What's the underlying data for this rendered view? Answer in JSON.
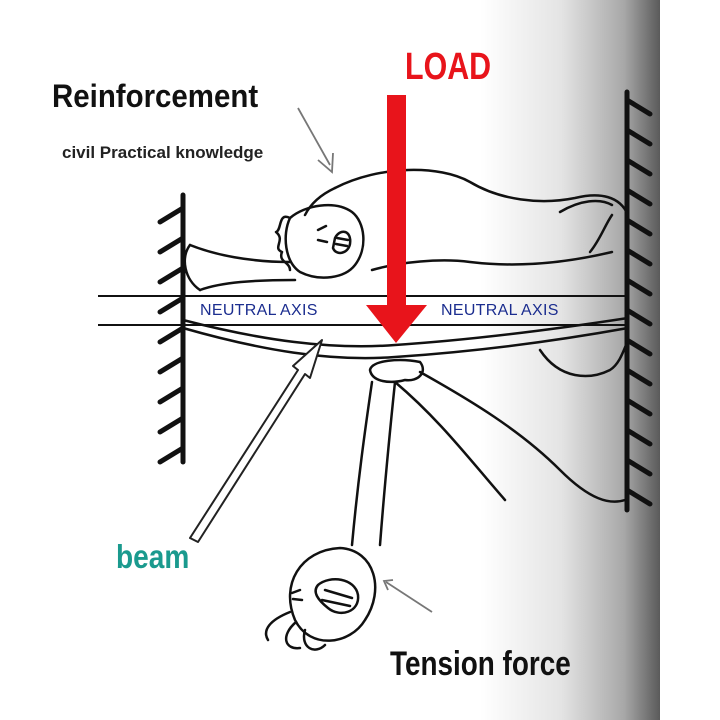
{
  "labels": {
    "reinforcement": "Reinforcement",
    "subtitle": "civil Practical knowledge",
    "load": "LOAD",
    "neutral_axis_left": "NEUTRAL AXIS",
    "neutral_axis_right": "NEUTRAL AXIS",
    "beam": "beam",
    "tension_force": "Tension force"
  },
  "colors": {
    "load": "#e8141b",
    "neutral_axis": "#1b2d8f",
    "beam_label": "#1a9a8e",
    "text": "#111111",
    "wall_gradient_dark": "#5a5a5a"
  }
}
